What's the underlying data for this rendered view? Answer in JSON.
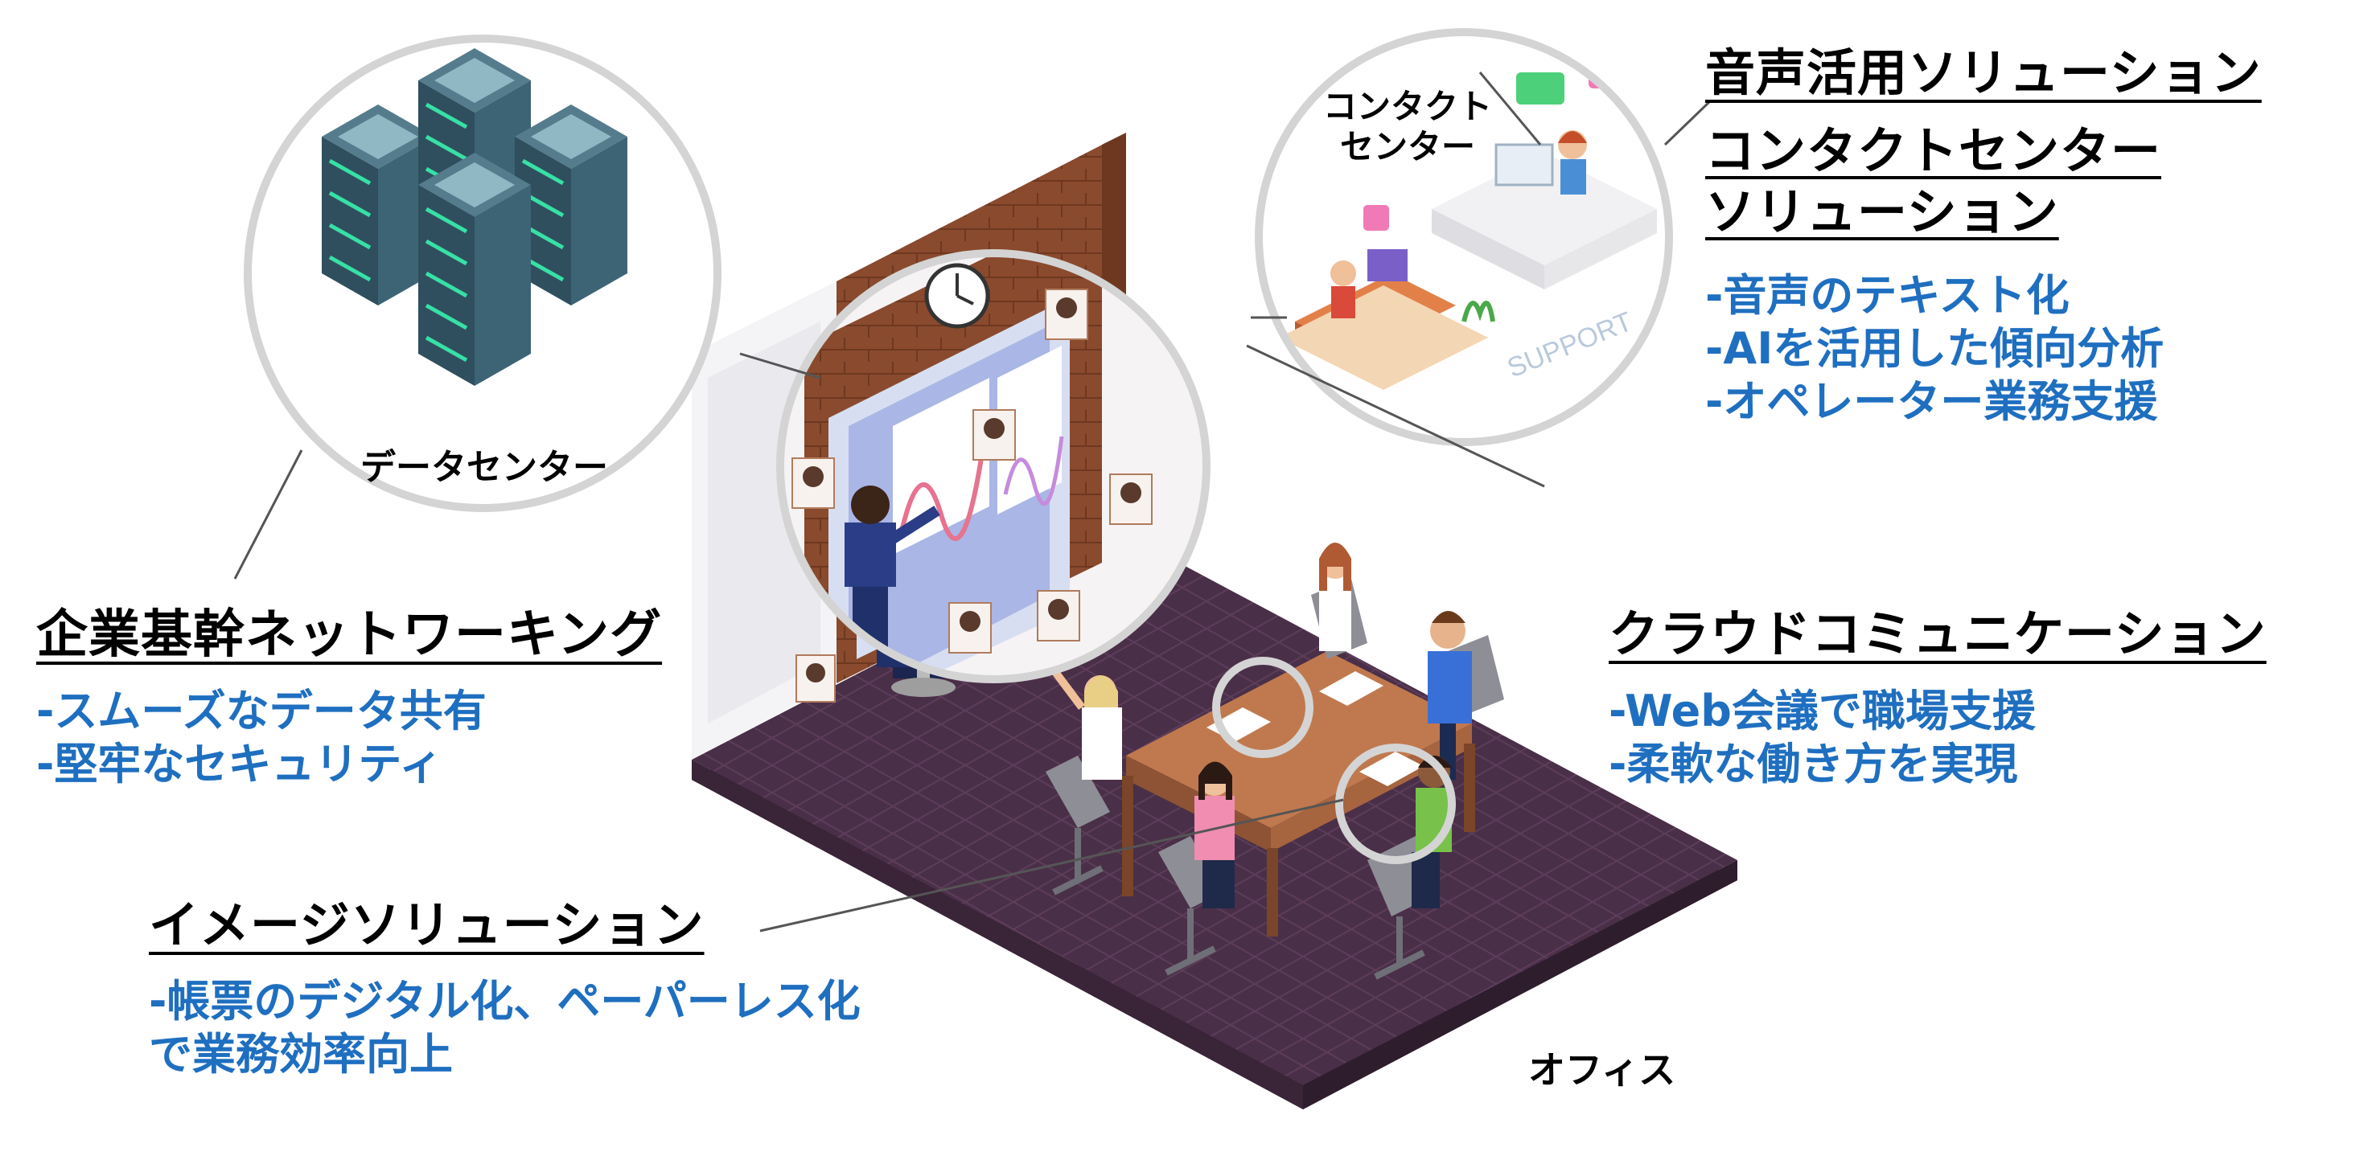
{
  "labels": {
    "data_center": "データセンター",
    "contact_center": [
      "コンタクト",
      "センター"
    ],
    "office": "オフィス",
    "support_sign": "SUPPORT"
  },
  "sections": {
    "voice": {
      "title": "音声活用ソリューション"
    },
    "contact": {
      "title_lines": [
        "コンタクトセンター",
        "ソリューション"
      ],
      "bullets": [
        "-音声のテキスト化",
        "-AIを活用した傾向分析",
        "-オペレーター業務支援"
      ]
    },
    "network": {
      "title": "企業基幹ネットワーキング",
      "bullets": [
        "-スムーズなデータ共有",
        "-堅牢なセキュリティ"
      ]
    },
    "cloud": {
      "title": "クラウドコミュニケーション",
      "bullets": [
        "-Web会議で職場支援",
        "-柔軟な働き方を実現"
      ]
    },
    "image": {
      "title": "イメージソリューション",
      "bullets": [
        "-帳票のデジタル化、ペーパーレス化",
        "で業務効率向上"
      ]
    }
  },
  "colors": {
    "accent_text": "#1f6fc0",
    "floor": "#4a2f48",
    "brick": "#8a4a2e",
    "server": "#3d5f6e",
    "server_led": "#38e0a6",
    "table": "#b9744a"
  }
}
